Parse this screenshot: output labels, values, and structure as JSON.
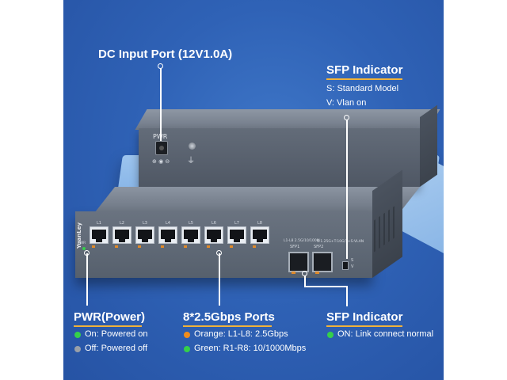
{
  "callouts": {
    "dc_input": {
      "title": "DC Input Port (12V1.0A)"
    },
    "sfp_top": {
      "title": "SFP Indicator",
      "lines": [
        "S: Standard Model",
        "V: Vlan on"
      ]
    },
    "pwr": {
      "title": "PWR(Power)",
      "items": [
        {
          "text": "On: Powered on",
          "bullet_color": "#35d04a"
        },
        {
          "text": "Off: Powered off",
          "bullet_color": "#9aa0a8"
        }
      ]
    },
    "ports": {
      "title": "8*2.5Gbps Ports",
      "items": [
        {
          "text": "Orange: L1-L8: 2.5Gbps",
          "bullet_color": "#f08c1c"
        },
        {
          "text": "Green: R1-R8: 10/1000Mbps",
          "bullet_color": "#35d04a"
        }
      ]
    },
    "sfp_bottom": {
      "title": "SFP Indicator",
      "items": [
        {
          "text": "ON: Link connect normal",
          "bullet_color": "#35d04a"
        }
      ]
    }
  },
  "device": {
    "brand": "YuanLey",
    "back_pwr_label": "PWR",
    "polarity": "⊕ ◉ ⊖",
    "ground_symbol": "⏚",
    "port_labels": [
      "L1",
      "L2",
      "L3",
      "L4",
      "L5",
      "L6",
      "L7",
      "L8"
    ],
    "sfp_labels": [
      "SFP1",
      "SFP2"
    ],
    "sfp_note": "L1-L8 2.5G/10/100M",
    "sfp_note2": "S:1.25G+T:10G/T+S:VLAN",
    "switch_labels": [
      "S",
      "V"
    ],
    "pwr_text": "PWR"
  },
  "colors": {
    "accent_underline": "#f0b23a",
    "background_blue": "#2f62b6"
  }
}
